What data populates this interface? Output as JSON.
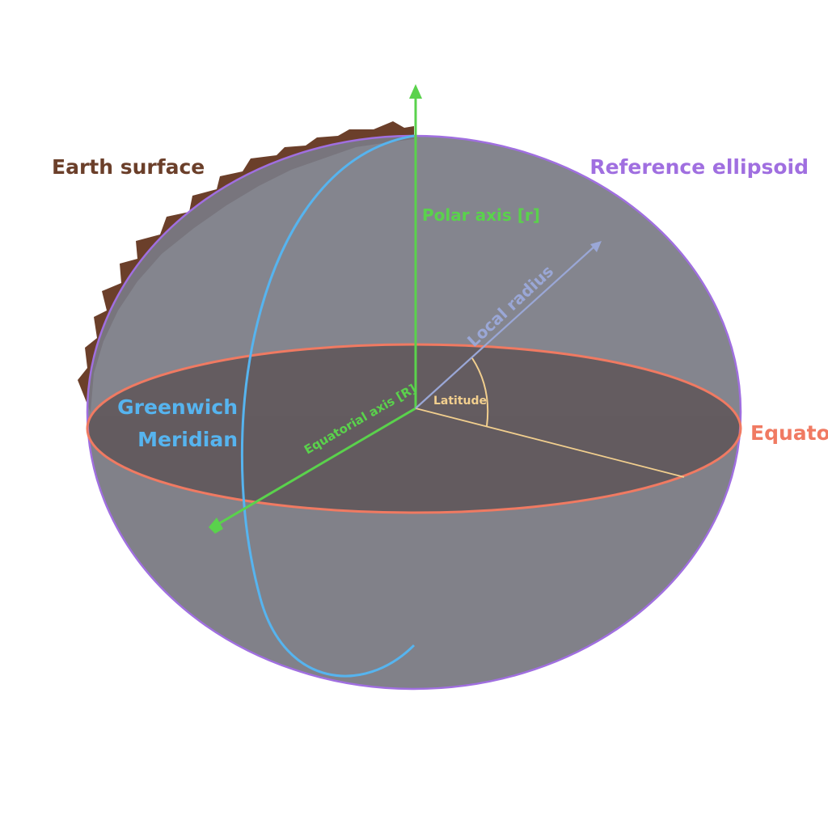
{
  "labels": {
    "earth_surface": "Earth surface",
    "reference_ellipsoid": "Reference ellipsoid",
    "polar_axis": "Polar axis [r]",
    "local_radius": "Local radius",
    "latitude": "Latitude",
    "greenwich_line1": "Greenwich",
    "greenwich_line2": "Meridian",
    "equatorial_axis": "Equatorial axis [R]",
    "equator": "Equator"
  },
  "colors": {
    "earth_surface": "#6b3f2a",
    "reference_ellipsoid": "#a06fe0",
    "polar_axis": "#5ad24c",
    "local_radius": "#9aa7d6",
    "latitude": "#f2cf8e",
    "greenwich_meridian": "#56b4ef",
    "equatorial_axis": "#5ad24c",
    "equator": "#f07a62",
    "ellipsoid_fill": "#6f6f79",
    "equator_plane_fill": "#5e5558"
  }
}
